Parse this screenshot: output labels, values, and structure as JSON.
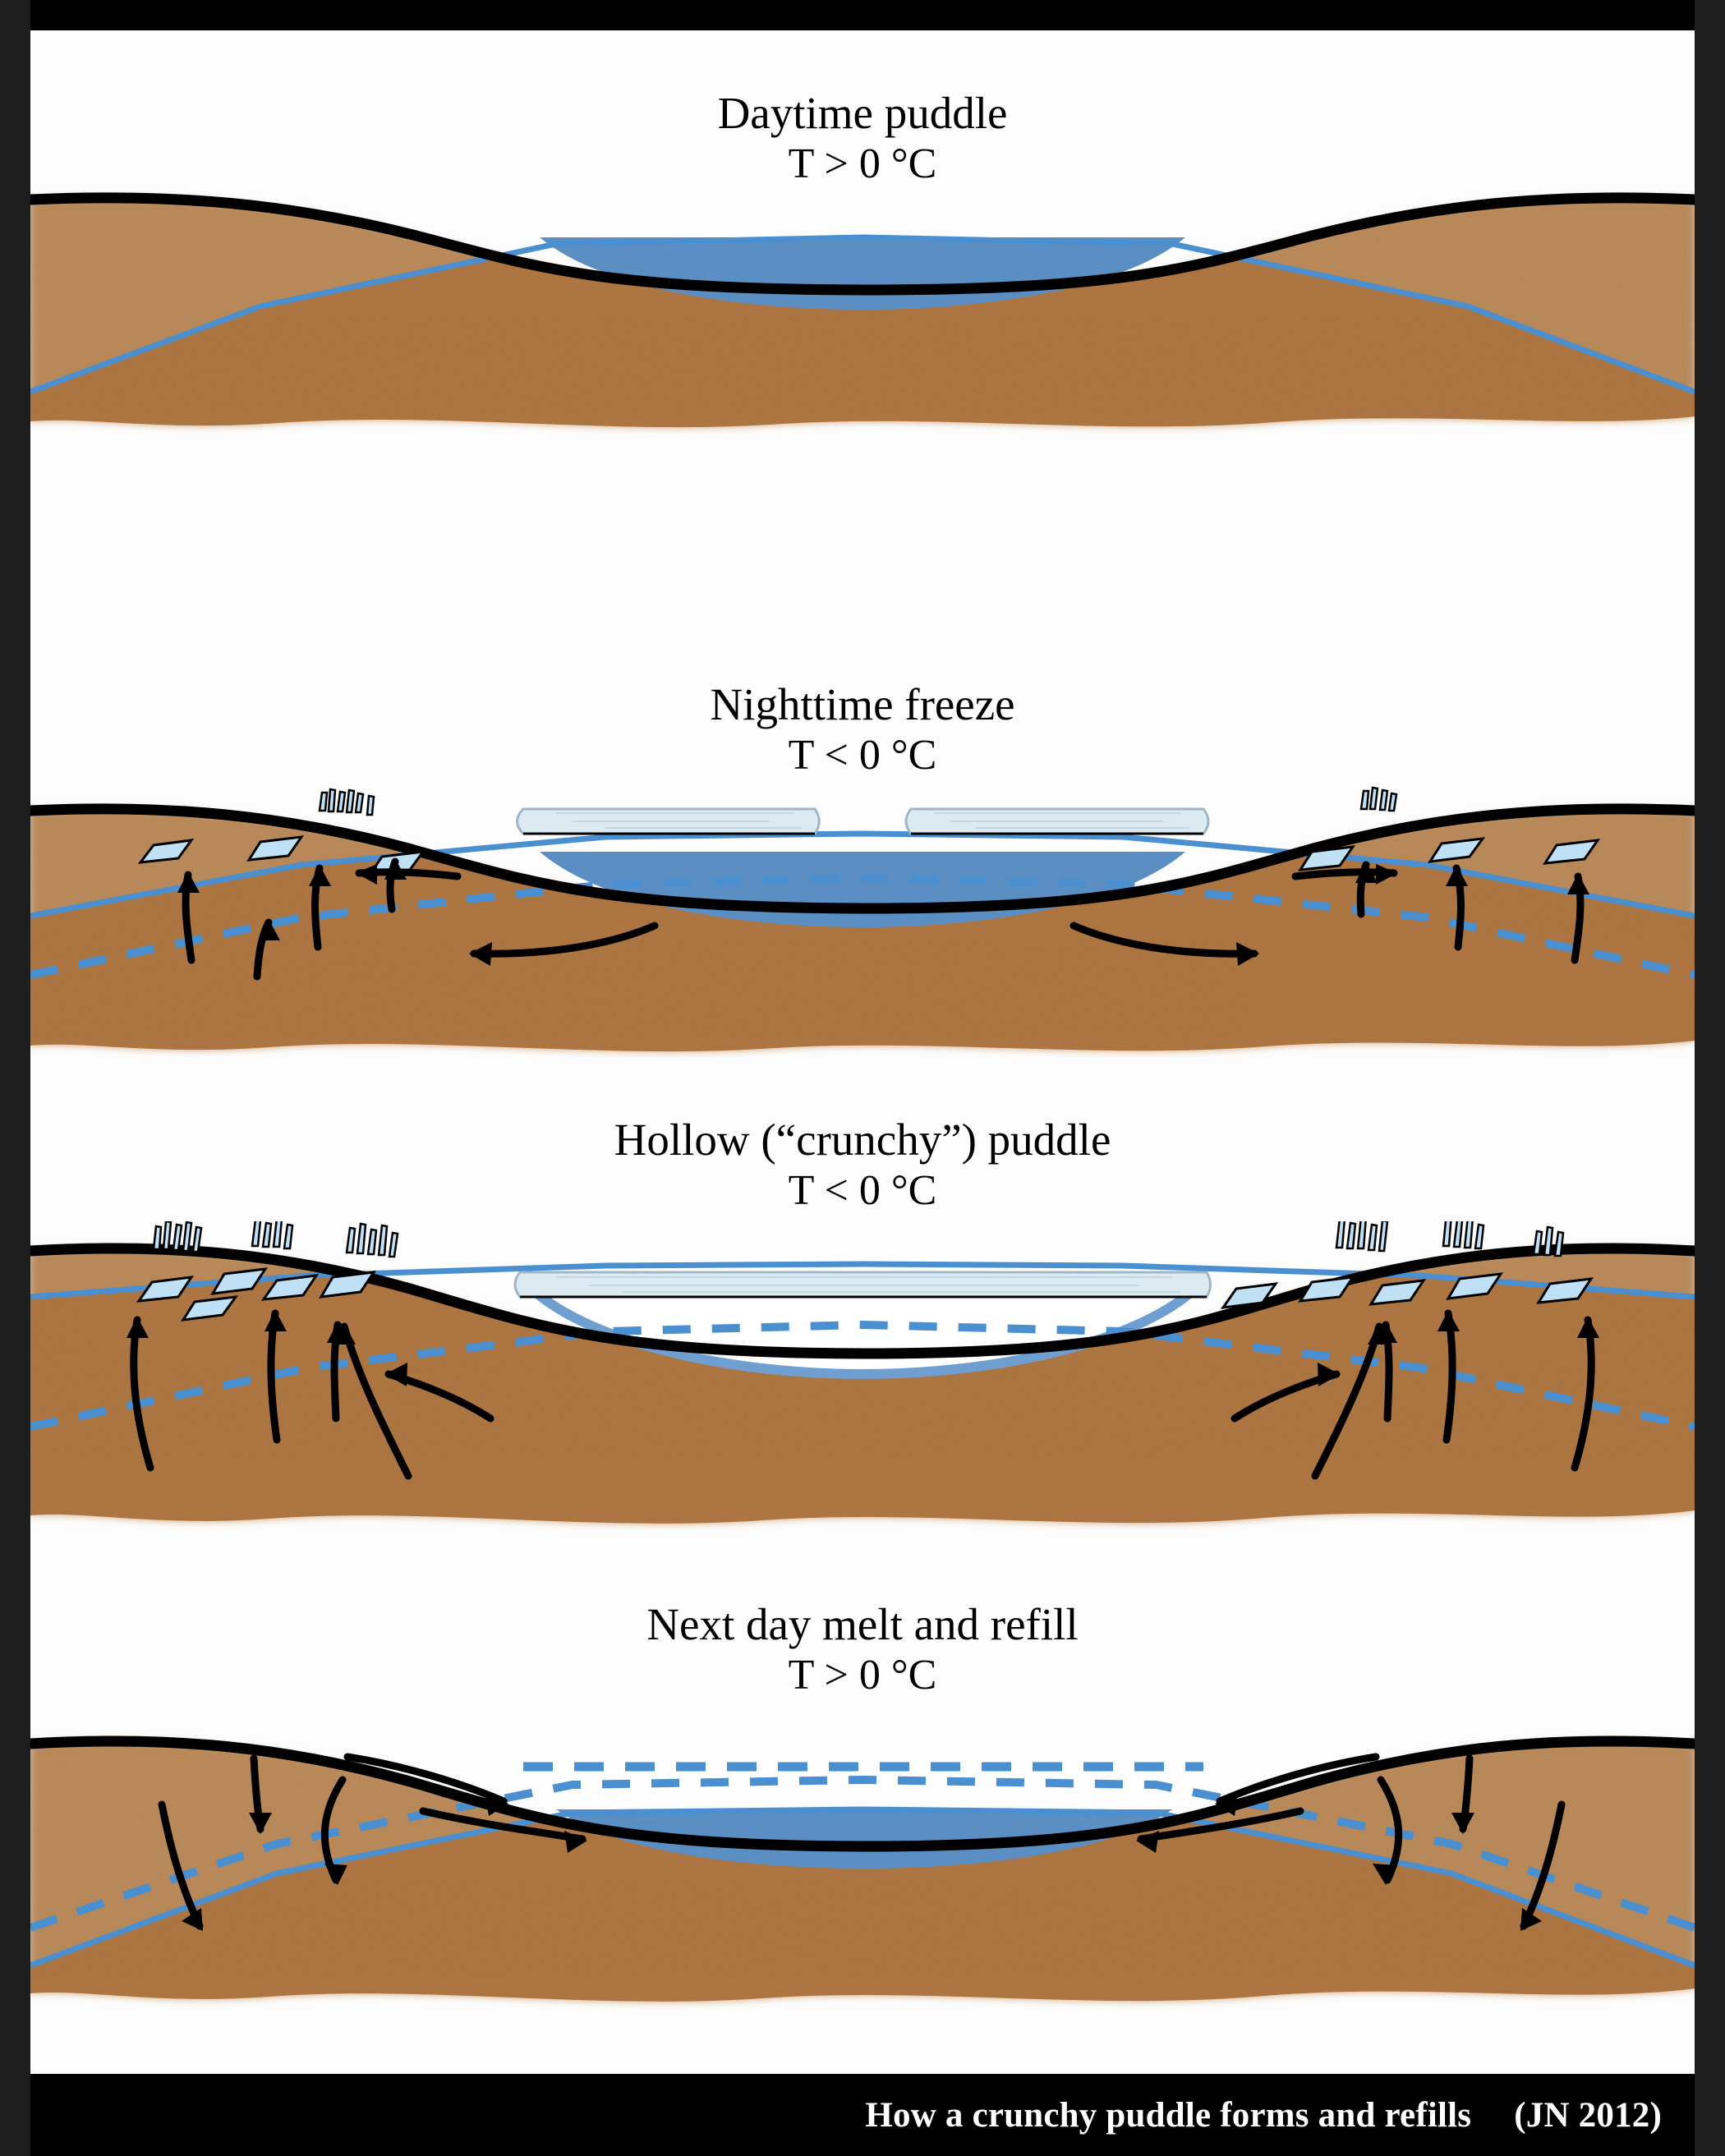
{
  "figure": {
    "background_color": "#1e1e1e",
    "page_color": "#fdfdfd",
    "border_color": "#000000"
  },
  "palette": {
    "soil_dry": "#d2a272",
    "soil_wet": "#c0854f",
    "water_blue": "#5b8fc4",
    "water_table_line": "#4a8fd0",
    "ice_fill": "#bfe0f5",
    "ice_crust": "#dceaf2",
    "outline_black": "#000000",
    "text_black": "#000000",
    "footer_text": "#ffffff"
  },
  "panels": [
    {
      "id": "daytime-puddle",
      "title": "Daytime puddle",
      "subtitle": "T > 0 °C",
      "state": "liquid puddle, water table intersects basin",
      "features": {
        "surface_water": true,
        "ice_crust": false,
        "hollow_void": false,
        "needle_ice": false,
        "ice_lenses": false,
        "water_table_solid": true,
        "water_table_dashed": false,
        "flow_arrows": "none"
      }
    },
    {
      "id": "nighttime-freeze",
      "title": "Nighttime freeze",
      "subtitle": "T < 0 °C",
      "state": "ice lid forms, water drawn into soil, water level drops",
      "features": {
        "surface_water": true,
        "ice_crust": true,
        "ice_crust_cracked": true,
        "hollow_void": true,
        "needle_ice": true,
        "ice_lenses": true,
        "water_table_solid": true,
        "water_table_dashed": true,
        "flow_arrows": "upward-and-outward"
      }
    },
    {
      "id": "hollow-crunchy-puddle",
      "title": "Hollow (“crunchy”) puddle",
      "subtitle": "T < 0 °C",
      "state": "water fully drained, hollow air gap beneath ice lid",
      "features": {
        "surface_water": false,
        "ice_crust": true,
        "ice_crust_cracked": false,
        "hollow_void": true,
        "needle_ice": true,
        "ice_lenses": true,
        "water_table_solid": true,
        "water_table_dashed": true,
        "flow_arrows": "upward"
      }
    },
    {
      "id": "next-day-melt-and-refill",
      "title": "Next day melt and refill",
      "subtitle": "T > 0 °C",
      "state": "ice melts, water infiltrates down and refills puddle",
      "features": {
        "surface_water": true,
        "ice_crust": false,
        "hollow_void": false,
        "needle_ice": false,
        "ice_lenses": false,
        "water_table_solid": true,
        "water_table_dashed": true,
        "former_level_dashed": true,
        "flow_arrows": "downward-and-inward"
      }
    }
  ],
  "footer": {
    "caption": "How a crunchy puddle forms and refills",
    "credit": "(JN 2012)"
  }
}
